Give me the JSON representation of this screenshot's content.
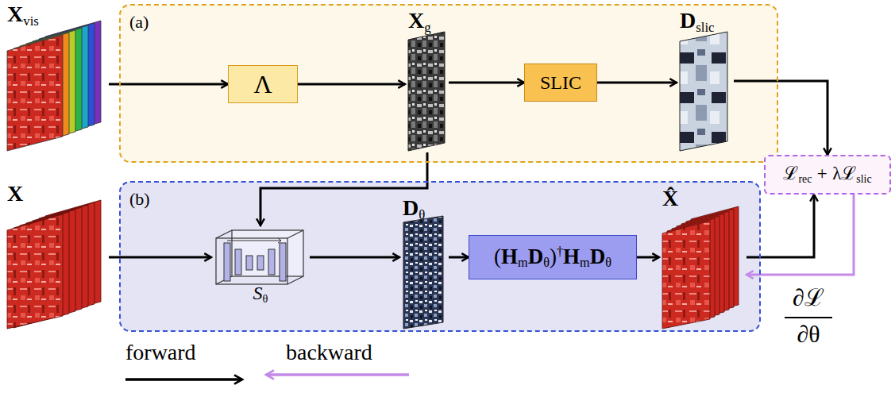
{
  "diagram": {
    "nodes": [
      {
        "text": [
          "X",
          "vis"
        ]
      },
      {
        "text": [
          "(a)"
        ]
      },
      {
        "text": [
          "Λ"
        ],
        "in": 1
      },
      {
        "text": [
          "X",
          "g"
        ],
        "in": 1
      },
      {
        "text": [
          "SLIC"
        ],
        "in": 1
      },
      {
        "text": [
          "D",
          "slic"
        ],
        "in": 1
      },
      {
        "text": [
          "ℒ",
          "rec",
          "+",
          "λ",
          "ℒ",
          "slic"
        ]
      },
      {
        "text": [
          "X"
        ]
      },
      {
        "text": [
          "(b)"
        ]
      },
      {
        "text": [
          "S",
          "θ"
        ],
        "in": 8
      },
      {
        "text": [
          "D",
          "θ"
        ],
        "in": 8
      },
      {
        "text": [
          "(",
          "H",
          "m",
          "D",
          "θ",
          ")",
          "†",
          "H",
          "m",
          "D",
          "θ"
        ],
        "in": 8
      },
      {
        "text": [
          "X̂"
        ],
        "in": 8
      }
    ],
    "edges": [
      {
        "from": 0,
        "to": 2,
        "arrow": "to"
      },
      {
        "from": 2,
        "to": 3,
        "arrow": "to"
      },
      {
        "from": 3,
        "to": 4,
        "arrow": "to"
      },
      {
        "from": 4,
        "to": 5,
        "arrow": "to"
      },
      {
        "from": 5,
        "to": 6,
        "arrow": "to"
      },
      {
        "from": 3,
        "to": 9,
        "arrow": "to"
      },
      {
        "from": 7,
        "to": 9,
        "arrow": "to"
      },
      {
        "from": 9,
        "to": 10,
        "arrow": "to"
      },
      {
        "from": 10,
        "to": 11,
        "arrow": "to"
      },
      {
        "from": 11,
        "to": 12,
        "arrow": "to"
      },
      {
        "from": 12,
        "to": 6,
        "arrow": "to"
      },
      {
        "from": 6,
        "to": 12,
        "arrow": "to"
      }
    ],
    "labels": [
      "∂ℒ",
      "∂θ"
    ],
    "legend": [
      {
        "text": "forward"
      },
      {
        "text": "backward"
      }
    ]
  }
}
